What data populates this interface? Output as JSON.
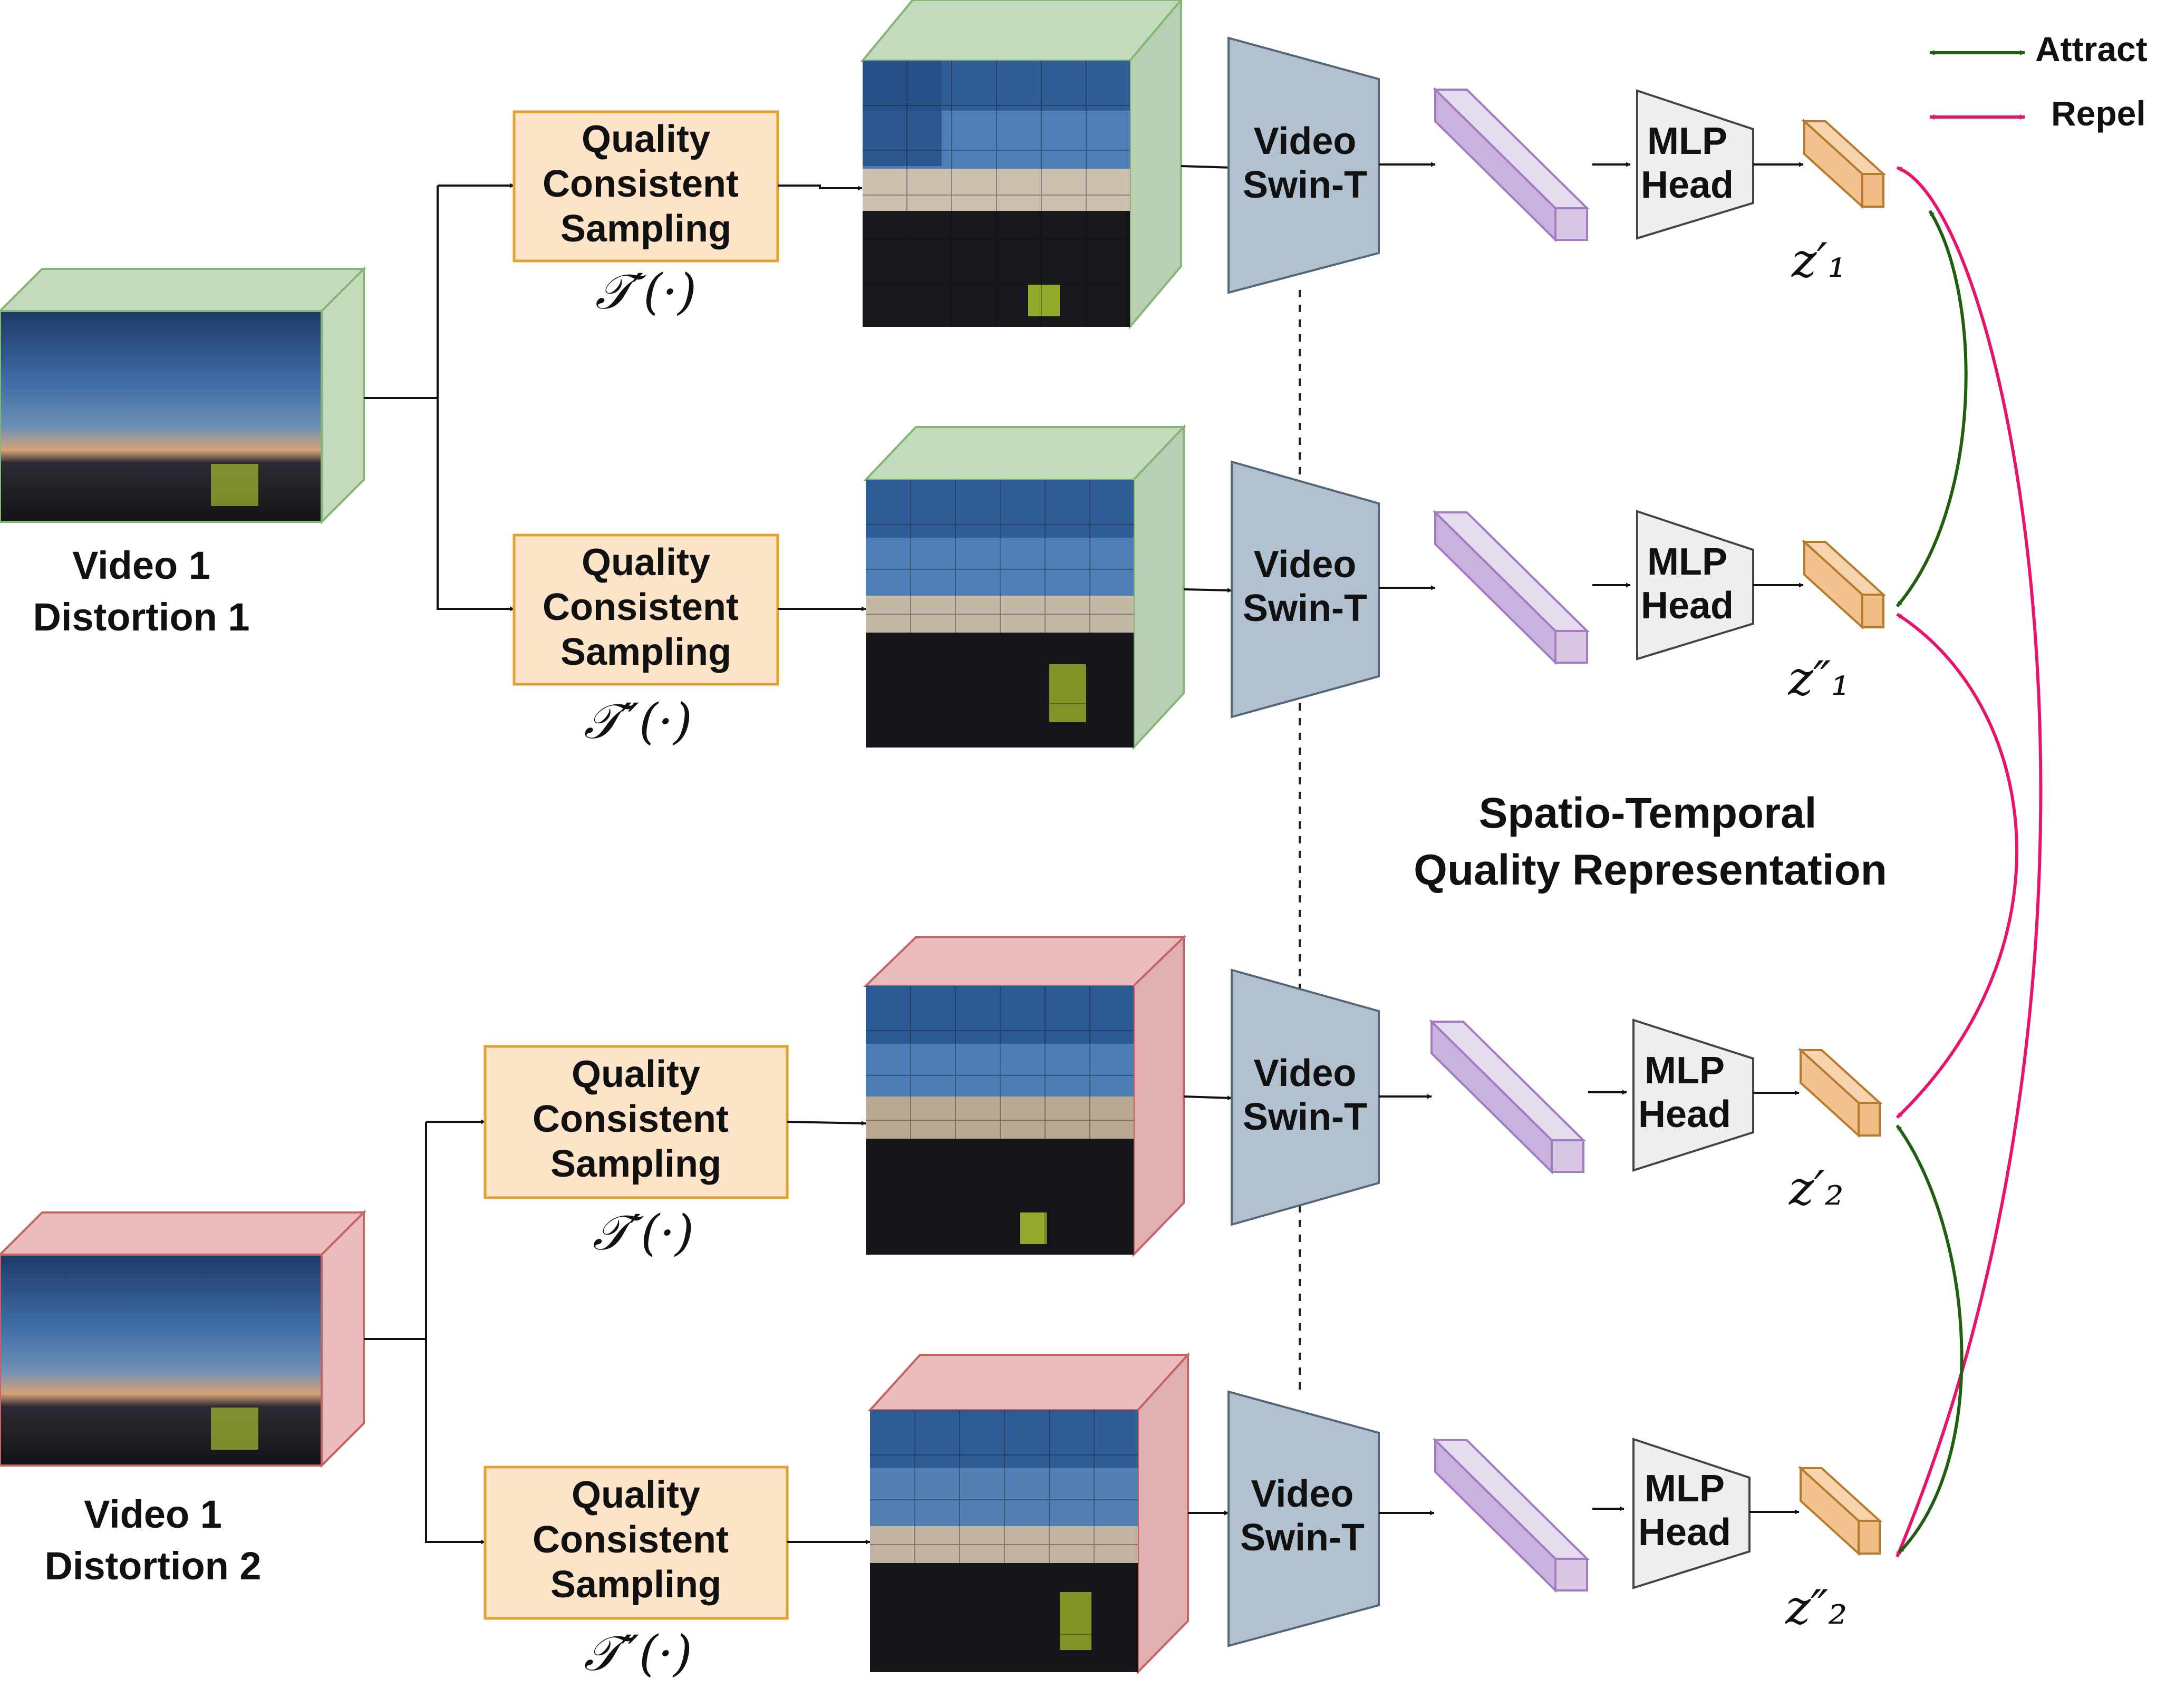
{
  "inputs": [
    {
      "line1": "Video 1",
      "line2": "Distortion 1"
    },
    {
      "line1": "Video 1",
      "line2": "Distortion 2"
    }
  ],
  "sampling": {
    "box_line1": "Quality",
    "box_line2": "Consistent",
    "box_line3": "Sampling",
    "t_prime": "𝒯′(·)",
    "t_double_prime": "𝒯″(·)"
  },
  "encoder": {
    "line1": "Video",
    "line2": "Swin-T"
  },
  "head": {
    "line1": "MLP",
    "line2": "Head"
  },
  "outputs": [
    "z′₁",
    "z″₁",
    "z′₂",
    "z″₂"
  ],
  "legend": {
    "attract": "Attract",
    "repel": "Repel"
  },
  "center_title": {
    "line1": "Spatio-Temporal",
    "line2": "Quality Representation"
  },
  "colors": {
    "attract": "#1f5f10",
    "repel": "#e8146c",
    "sampling_fill": "#fde4c8",
    "sampling_stroke": "#e0a233",
    "green_cube": "#c3dcbd",
    "green_stroke": "#86b673",
    "red_cube": "#ebbcbc",
    "red_stroke": "#c46464",
    "encoder_fill": "#b1c1cf",
    "head_fill": "#eeeeee",
    "feature_fill": "#ddd0e8",
    "embedding_fill": "#f3c28f"
  }
}
